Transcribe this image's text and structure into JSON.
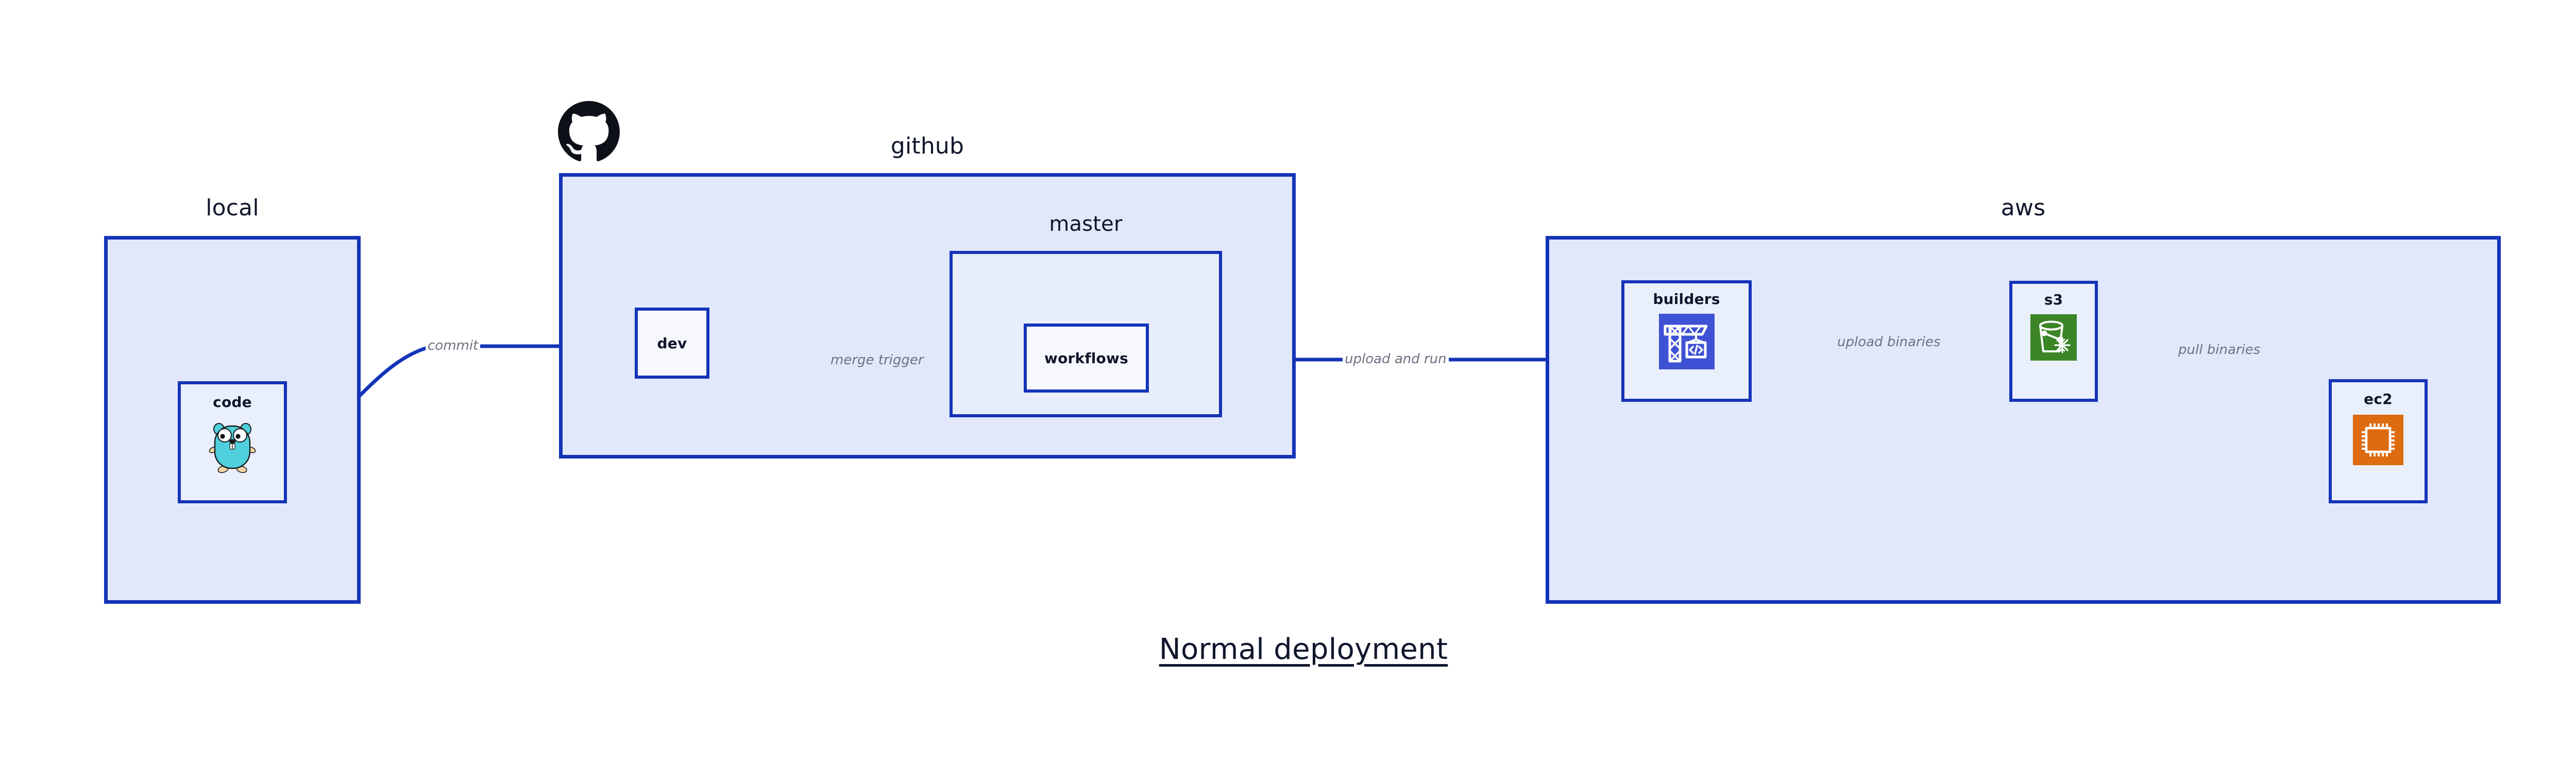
{
  "diagram": {
    "title": "Normal deployment",
    "background": "#ffffff",
    "accent": "#1434b8",
    "group_fill": "#e2e8fb",
    "node_fill": "#eaeffc",
    "label_color": "#6b7280"
  },
  "groups": [
    {
      "id": "local",
      "title": "local"
    },
    {
      "id": "github",
      "title": "github"
    },
    {
      "id": "master",
      "title": "master"
    },
    {
      "id": "aws",
      "title": "aws"
    }
  ],
  "nodes": [
    {
      "id": "code",
      "label": "code",
      "icon": "go-gopher-icon"
    },
    {
      "id": "dev",
      "label": "dev",
      "icon": null
    },
    {
      "id": "workflows",
      "label": "workflows",
      "icon": null
    },
    {
      "id": "builders",
      "label": "builders",
      "icon": "aws-codebuild-icon",
      "icon_color": "#3f51d4"
    },
    {
      "id": "s3",
      "label": "s3",
      "icon": "aws-s3-glacier-icon",
      "icon_color": "#3c8527"
    },
    {
      "id": "ec2",
      "label": "ec2",
      "icon": "aws-ec2-icon",
      "icon_color": "#dd6b10"
    }
  ],
  "edges": [
    {
      "id": "commit",
      "label": "commit",
      "from": "code",
      "to": "dev"
    },
    {
      "id": "merge-trigger",
      "label": "merge trigger",
      "from": "dev",
      "to": "workflows"
    },
    {
      "id": "upload-and-run",
      "label": "upload and run",
      "from": "workflows",
      "to": "builders"
    },
    {
      "id": "upload-binaries",
      "label": "upload binaries",
      "from": "builders",
      "to": "s3"
    },
    {
      "id": "pull-binaries",
      "label": "pull binaries",
      "from": "s3",
      "to": "ec2"
    }
  ],
  "logos": [
    {
      "id": "github-logo",
      "name": "github-octocat-logo",
      "color": "#0d1117"
    }
  ]
}
